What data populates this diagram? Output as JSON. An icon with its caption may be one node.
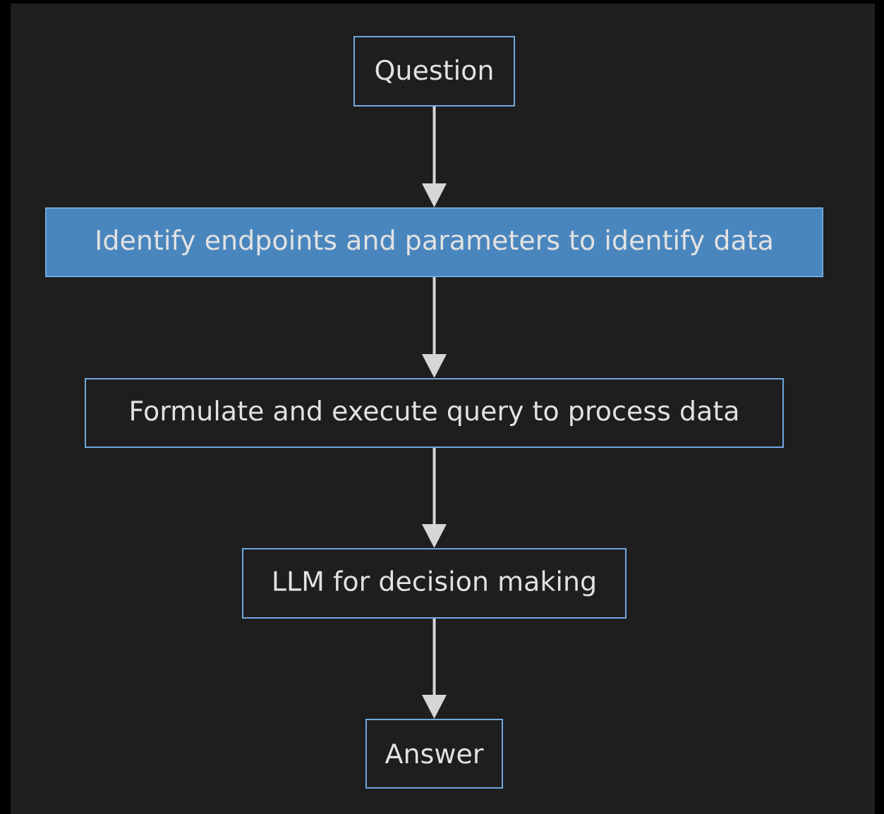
{
  "diagram": {
    "nodes": [
      {
        "text": [
          "Question"
        ]
      },
      {
        "text": [
          "Identify endpoints and parameters to identify data"
        ]
      },
      {
        "text": [
          "Formulate and execute query to process data"
        ]
      },
      {
        "text": [
          "LLM for decision making"
        ]
      },
      {
        "text": [
          "Answer"
        ]
      }
    ],
    "edges": [
      {
        "from": 0,
        "to": 1,
        "arrow": "to"
      },
      {
        "from": 1,
        "to": 2,
        "arrow": "to"
      },
      {
        "from": 2,
        "to": 3,
        "arrow": "to"
      },
      {
        "from": 3,
        "to": 4,
        "arrow": "to"
      }
    ]
  }
}
